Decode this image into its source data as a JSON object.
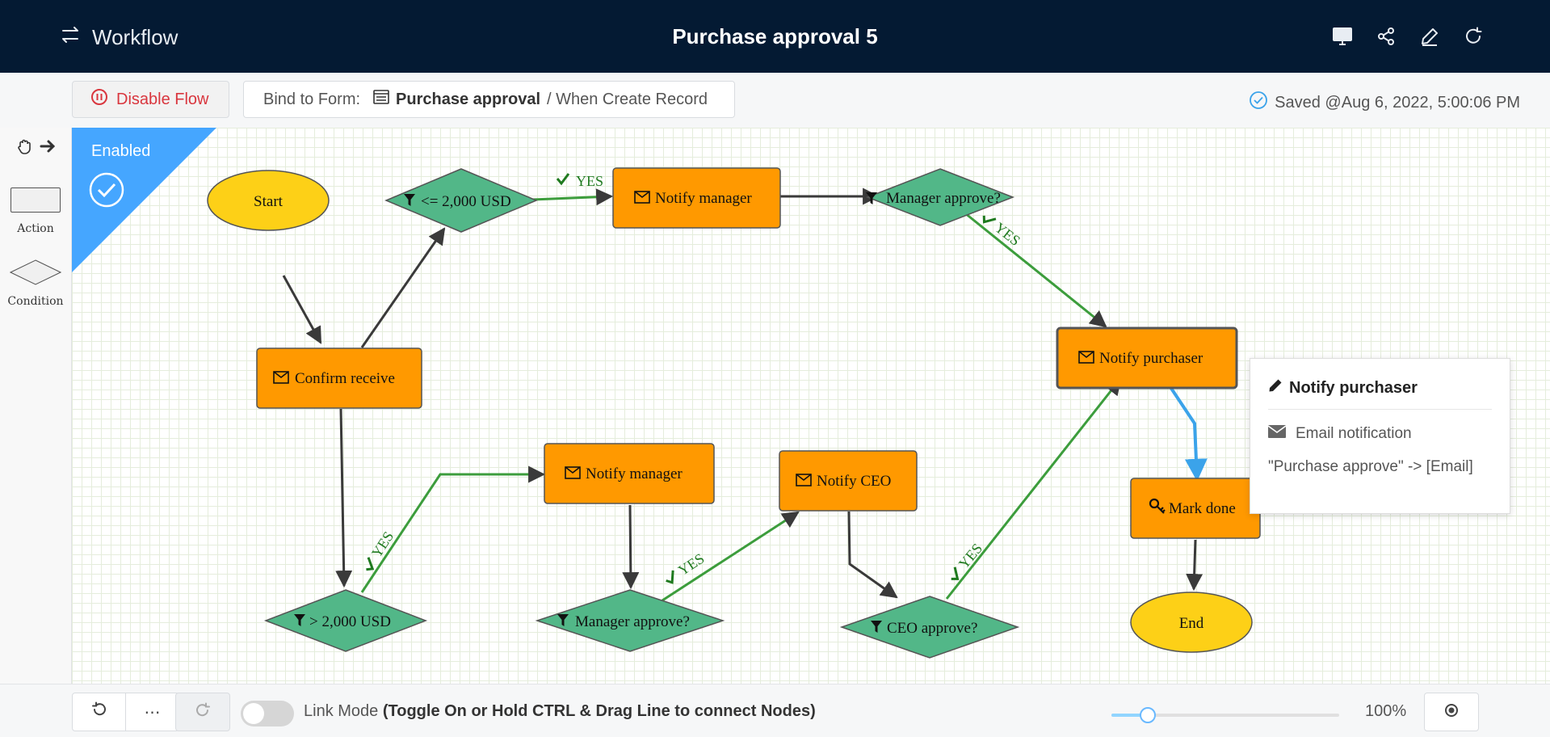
{
  "header": {
    "menu_label": "Workflow",
    "title": "Purchase approval 5",
    "icons": [
      "monitor-icon",
      "share-icon",
      "edit-icon",
      "refresh-icon"
    ]
  },
  "toolbar": {
    "disable_label": "Disable Flow",
    "bind_prefix": "Bind to Form:",
    "bind_form": "Purchase approval",
    "bind_trigger": "/ When Create Record",
    "saved": "Saved @Aug 6, 2022, 5:00:06 PM"
  },
  "palette": {
    "action_label": "Action",
    "condition_label": "Condition"
  },
  "canvas": {
    "enabled_label": "Enabled",
    "nodes": {
      "start": "Start",
      "confirm": "Confirm receive",
      "le2000": "<= 2,000 USD",
      "notify_mgr_top": "Notify manager",
      "mgr_approve_top": "Manager approve?",
      "notify_purchaser": "Notify purchaser",
      "gt2000": "> 2,000 USD",
      "notify_mgr_bottom": "Notify manager",
      "mgr_approve_bottom": "Manager approve?",
      "notify_ceo": "Notify CEO",
      "ceo_approve": "CEO approve?",
      "mark_done": "Mark done",
      "end": "End"
    },
    "yes_label": "YES"
  },
  "popup": {
    "title": "Notify purchaser",
    "type": "Email notification",
    "detail": "\"Purchase approve\" -> [Email]"
  },
  "footer": {
    "link_mode_label": "Link Mode",
    "link_mode_hint": "(Toggle On or Hold CTRL & Drag Line to connect Nodes)",
    "zoom_level": "100%",
    "zoom_fraction": 0.16
  },
  "colors": {
    "header_bg": "#041a33",
    "action_fill": "#ff9900",
    "condition_fill": "#52b788",
    "terminal_fill": "#fdd017",
    "yes_line": "#3c9d3c",
    "selected_line": "#3ba3ea",
    "enabled_badge": "#45a6ff"
  }
}
